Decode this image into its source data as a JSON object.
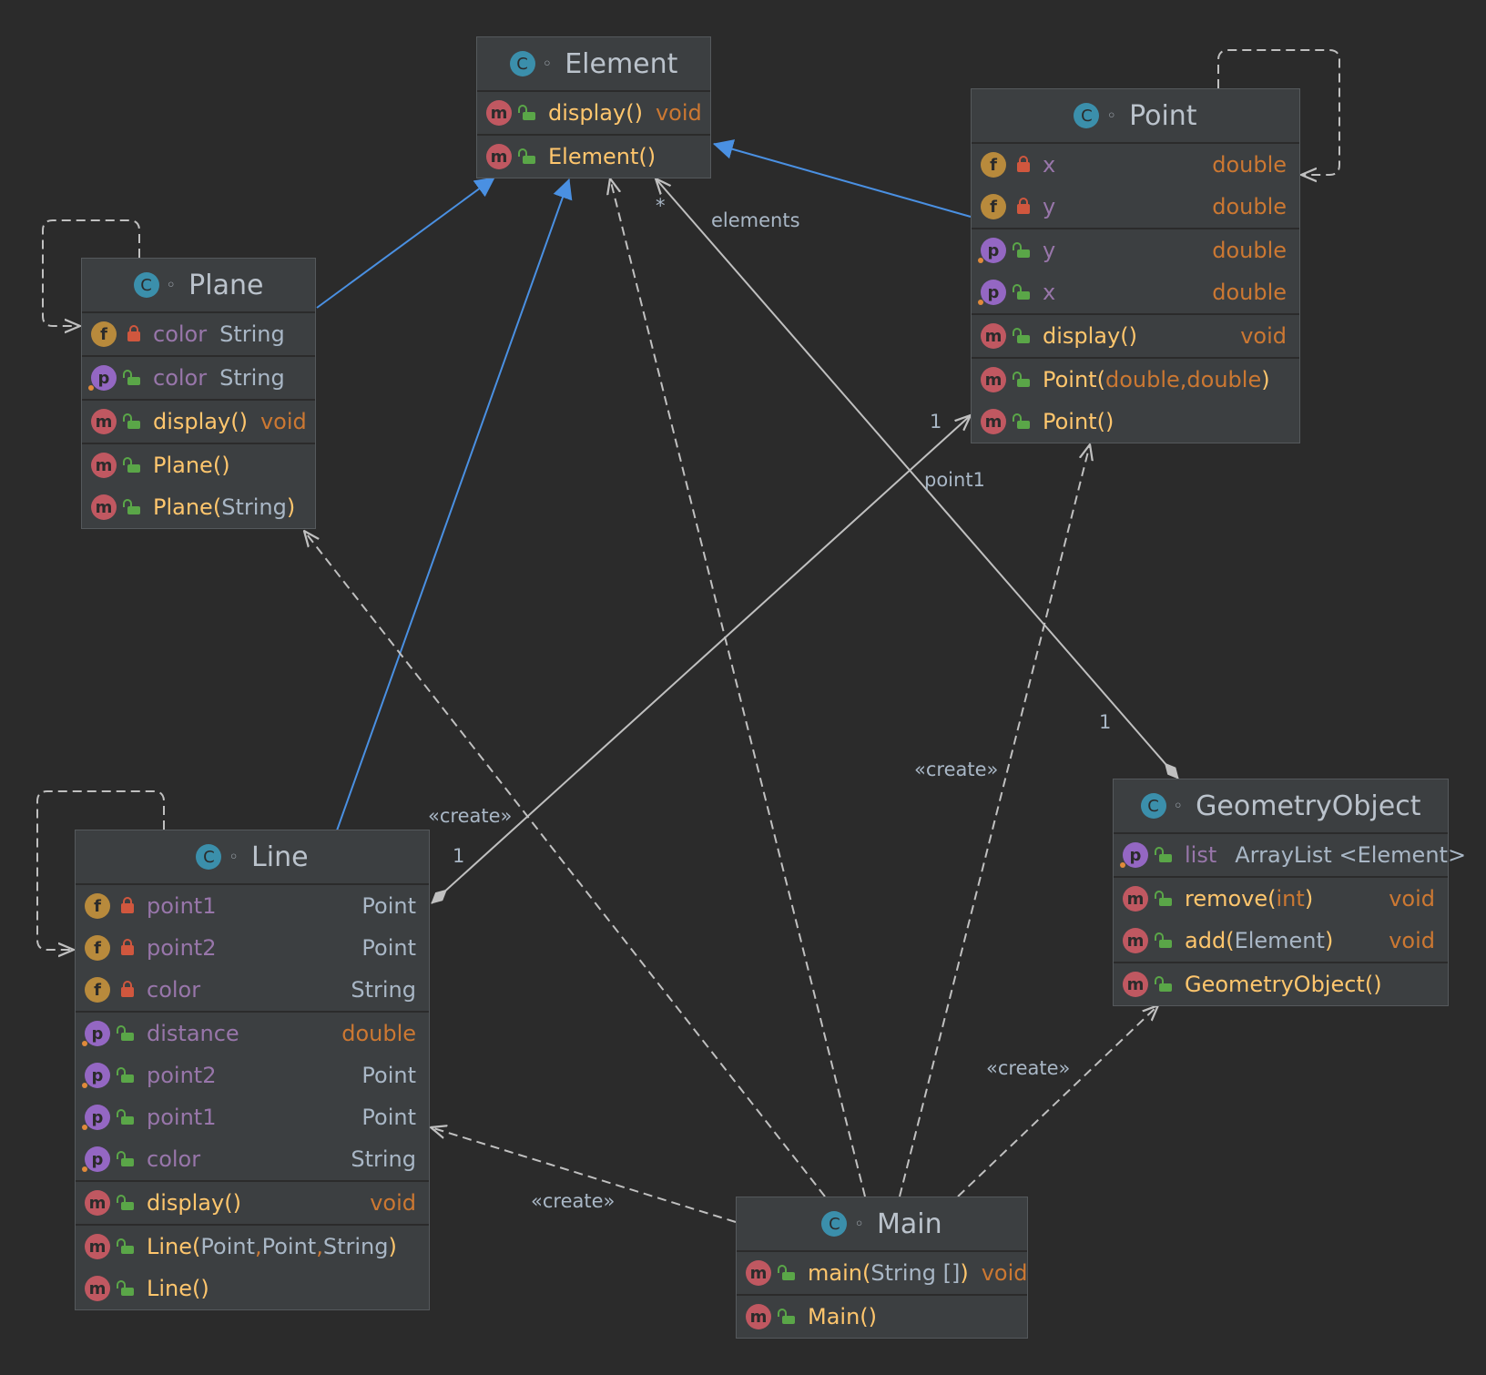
{
  "classes": {
    "element": {
      "name": "Element",
      "rows": [
        {
          "kind": "m",
          "name": "display",
          "params": [],
          "type": "void"
        },
        {
          "kind": "m",
          "name": "Element",
          "params": [],
          "type": ""
        }
      ]
    },
    "point": {
      "name": "Point",
      "rows": [
        {
          "kind": "f",
          "name": "x",
          "type": "double"
        },
        {
          "kind": "f",
          "name": "y",
          "type": "double"
        },
        {
          "kind": "p",
          "name": "y",
          "type": "double"
        },
        {
          "kind": "p",
          "name": "x",
          "type": "double"
        },
        {
          "kind": "m",
          "name": "display",
          "params": [],
          "type": "void"
        },
        {
          "kind": "m",
          "name": "Point",
          "params": [
            "double",
            "double"
          ],
          "type": ""
        },
        {
          "kind": "m",
          "name": "Point",
          "params": [],
          "type": ""
        }
      ]
    },
    "plane": {
      "name": "Plane",
      "rows": [
        {
          "kind": "f",
          "name": "color",
          "type": "String"
        },
        {
          "kind": "p",
          "name": "color",
          "type": "String"
        },
        {
          "kind": "m",
          "name": "display",
          "params": [],
          "type": "void"
        },
        {
          "kind": "m",
          "name": "Plane",
          "params": [],
          "type": ""
        },
        {
          "kind": "m",
          "name": "Plane",
          "params": [
            "String"
          ],
          "type": ""
        }
      ]
    },
    "line": {
      "name": "Line",
      "rows": [
        {
          "kind": "f",
          "name": "point1",
          "type": "Point"
        },
        {
          "kind": "f",
          "name": "point2",
          "type": "Point"
        },
        {
          "kind": "f",
          "name": "color",
          "type": "String"
        },
        {
          "kind": "p",
          "name": "distance",
          "type": "double"
        },
        {
          "kind": "p",
          "name": "point2",
          "type": "Point"
        },
        {
          "kind": "p",
          "name": "point1",
          "type": "Point"
        },
        {
          "kind": "p",
          "name": "color",
          "type": "String"
        },
        {
          "kind": "m",
          "name": "display",
          "params": [],
          "type": "void"
        },
        {
          "kind": "m",
          "name": "Line",
          "params": [
            "Point",
            "Point",
            "String"
          ],
          "type": ""
        },
        {
          "kind": "m",
          "name": "Line",
          "params": [],
          "type": ""
        }
      ]
    },
    "geometry": {
      "name": "GeometryObject",
      "rows": [
        {
          "kind": "p",
          "name": "list",
          "type": "ArrayList <Element>"
        },
        {
          "kind": "m",
          "name": "remove",
          "params": [
            "int"
          ],
          "type": "void"
        },
        {
          "kind": "m",
          "name": "add",
          "params": [
            "Element"
          ],
          "type": "void"
        },
        {
          "kind": "m",
          "name": "GeometryObject ",
          "params": [],
          "type": ""
        }
      ]
    },
    "main": {
      "name": "Main",
      "rows": [
        {
          "kind": "m",
          "name": "main",
          "params": [
            "String []"
          ],
          "type": "void"
        },
        {
          "kind": "m",
          "name": "Main",
          "params": [],
          "type": ""
        }
      ]
    }
  },
  "labels": {
    "elements": "elements",
    "elements_mult": "*",
    "elements_owner_mult": "1",
    "point1": "point1",
    "point1_mult": "1",
    "point1_owner_mult": "1",
    "create": "«create»"
  },
  "icons": {
    "class": "C",
    "method": "m",
    "field": "f",
    "property": "p"
  },
  "colors": {
    "background": "#2b2b2b",
    "inheritance": "#4a90e2",
    "dependency": "#c0c0c0",
    "field_name": "#9876aa",
    "method_name": "#ffc66d",
    "primitive_type": "#cc7832"
  }
}
